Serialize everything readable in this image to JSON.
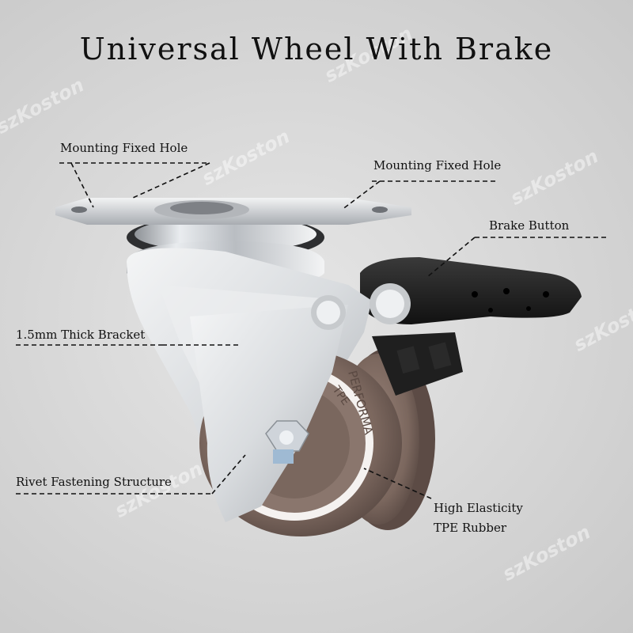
{
  "title": "Universal Wheel With Brake",
  "watermark": "szKoston",
  "labels": {
    "mount_hole_left": "Mounting Fixed Hole",
    "mount_hole_right": "Mounting Fixed Hole",
    "brake_button": "Brake Button",
    "bracket": "1.5mm Thick Bracket",
    "rivet": "Rivet Fastening Structure",
    "rubber_line1": "High Elasticity",
    "rubber_line2": "TPE Rubber"
  },
  "wheel_text": "PERFORMA",
  "wheel_text2": "TPE",
  "colors": {
    "background": "#dcdcdc",
    "wheel": "#7d6a62",
    "chrome": "#cfd2d6",
    "brake": "#1c1c1c"
  }
}
